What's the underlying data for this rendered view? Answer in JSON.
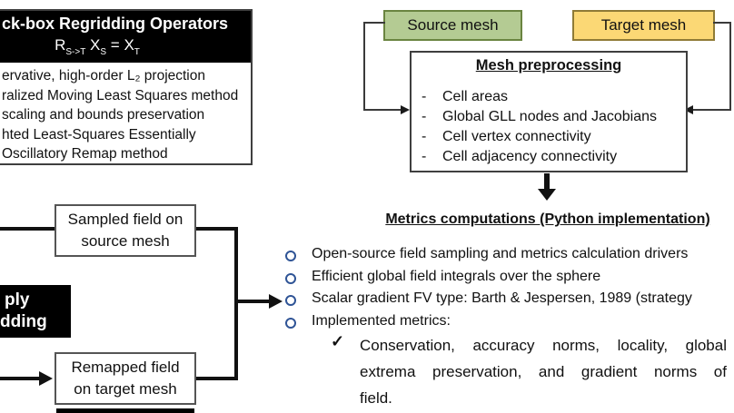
{
  "operators_box": {
    "title": "ck-box Regridding Operators",
    "formula": {
      "p1": "R",
      "s1": "S->T",
      "p2": "X",
      "s2": "S",
      "p3": "= X",
      "s3": "T"
    },
    "lines": [
      "ervative, high-order L₂ projection",
      "ralized Moving Least Squares method",
      "scaling and bounds preservation",
      "hted Least-Squares Essentially",
      "Oscillatory Remap method"
    ]
  },
  "source_mesh": {
    "label": "Source mesh",
    "fill": "#b4cb93",
    "border": "#6a8440"
  },
  "target_mesh": {
    "label": "Target mesh",
    "fill": "#fbd875",
    "border": "#8f7b36"
  },
  "preprocessing": {
    "title": "Mesh preprocessing",
    "dash": "-",
    "items": [
      "Cell areas",
      "Global GLL nodes and Jacobians",
      "Cell vertex connectivity",
      "Cell adjacency connectivity"
    ]
  },
  "metrics": {
    "heading": "Metrics computations (Python implementation)",
    "bullet_color": "#2f5496",
    "bullets": [
      "Open-source field sampling and metrics calculation drivers",
      "Efficient global field integrals over the sphere",
      "Scalar gradient FV type: Barth & Jespersen, 1989 (strategy",
      "Implemented metrics:"
    ],
    "check": "✓",
    "check_lines": [
      "Conservation, accuracy norms, locality, global",
      "extrema preservation, and gradient norms of",
      "field."
    ]
  },
  "flow": {
    "sampled_line1": "Sampled field on",
    "sampled_line2": "source mesh",
    "remapped_line1": "Remapped field",
    "remapped_line2": "on target mesh",
    "apply_line1": "ply",
    "apply_line2": "dding"
  }
}
